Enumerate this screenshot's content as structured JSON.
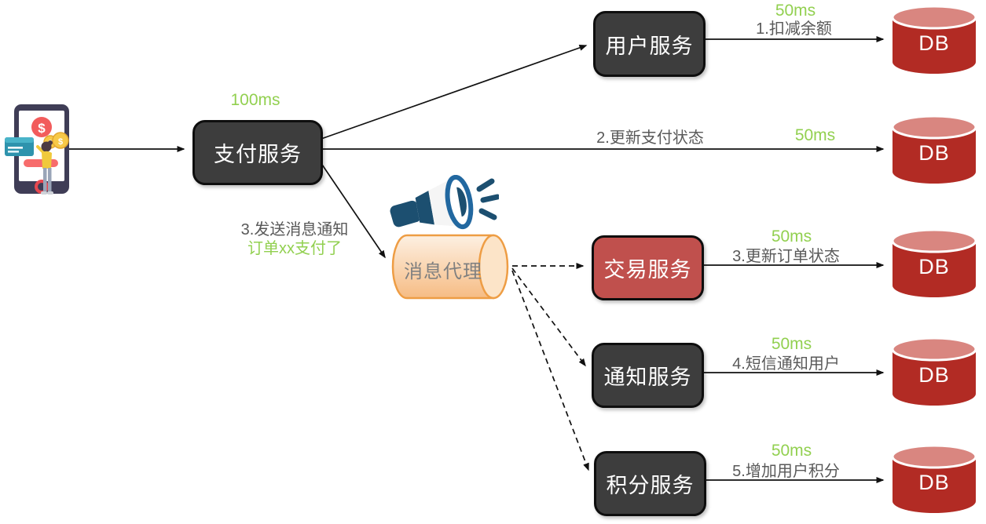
{
  "palette": {
    "dark_box_fill": "#3d3d3d",
    "red_box_fill": "#c0504d",
    "box_border": "#0e0e0e",
    "db_body": "#b22b24",
    "db_top": "#d98680",
    "broker_border": "#ee9d44",
    "broker_fill_light": "#fdf0e2",
    "broker_fill_dark": "#f6bc84",
    "latency_green": "#92d050",
    "label_gray": "#595959",
    "arrow_black": "#111111"
  },
  "nodes": {
    "payment_service": {
      "label": "支付服务",
      "latency_above": "100ms"
    },
    "user_service": {
      "label": "用户服务"
    },
    "message_broker": {
      "label": "消息代理",
      "icon": "megaphone-icon"
    },
    "trade_service": {
      "label": "交易服务"
    },
    "notify_service": {
      "label": "通知服务"
    },
    "points_service": {
      "label": "积分服务"
    },
    "db": {
      "label": "DB"
    }
  },
  "edges": {
    "user_db": {
      "latency": "50ms",
      "action": "1.扣减余额"
    },
    "payment_db": {
      "action": "2.更新支付状态",
      "latency": "50ms"
    },
    "payment_broker": {
      "note_line1": "3.发送消息通知",
      "note_line2": "订单xx支付了"
    },
    "trade_db": {
      "latency": "50ms",
      "action": "3.更新订单状态"
    },
    "notify_db": {
      "latency": "50ms",
      "action": "4.短信通知用户"
    },
    "points_db": {
      "latency": "50ms",
      "action": "5.增加用户积分"
    }
  },
  "client": {
    "illustration": "person paying with mobile phone"
  }
}
